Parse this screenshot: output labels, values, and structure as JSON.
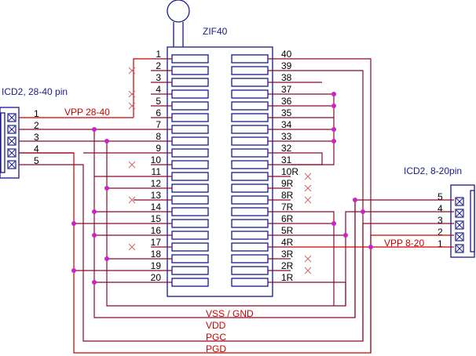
{
  "zif": {
    "title": "ZIF40",
    "left_pins": [
      "1",
      "2",
      "3",
      "4",
      "5",
      "6",
      "7",
      "8",
      "9",
      "10",
      "11",
      "12",
      "13",
      "14",
      "15",
      "16",
      "17",
      "18",
      "19",
      "20"
    ],
    "right_pins": [
      "40",
      "39",
      "38",
      "37",
      "36",
      "35",
      "34",
      "33",
      "32",
      "31",
      "10R",
      "9R",
      "8R",
      "7R",
      "6R",
      "5R",
      "4R",
      "3R",
      "2R",
      "1R"
    ]
  },
  "icd_left": {
    "title": "ICD2, 28-40 pin",
    "pins": [
      "1",
      "2",
      "3",
      "4",
      "5"
    ],
    "vpp_label": "VPP 28-40"
  },
  "icd_right": {
    "title": "ICD2, 8-20pin",
    "pins": [
      "5",
      "4",
      "3",
      "2",
      "1"
    ],
    "vpp_label": "VPP 8-20"
  },
  "bus_labels": {
    "vss": "VSS / GND",
    "vdd": "VDD",
    "pgc": "PGC",
    "pgd": "PGD"
  },
  "colors": {
    "component": "#1a1a8c",
    "wire": "#8b0a2a",
    "vpp_wire": "#cc0000",
    "junction": "#cc22cc"
  }
}
